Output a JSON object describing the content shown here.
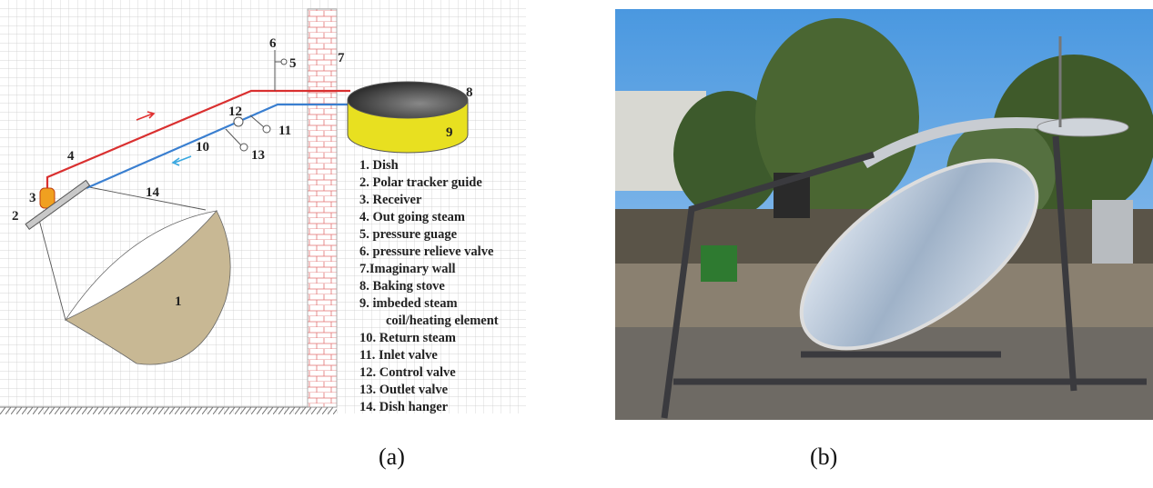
{
  "diagram": {
    "part_numbers": [
      "1",
      "2",
      "3",
      "4",
      "5",
      "6",
      "7",
      "8",
      "9",
      "10",
      "11",
      "12",
      "13",
      "14"
    ],
    "legend": [
      "1. Dish",
      "2. Polar tracker guide",
      "3. Receiver",
      "4. Out going steam",
      "5. pressure guage",
      "6. pressure relieve valve",
      "7.Imaginary wall",
      "8. Baking stove",
      "9. imbeded steam",
      "coil/heating element",
      "10. Return steam",
      "11. Inlet valve",
      "12. Control valve",
      "13. Outlet valve",
      "14. Dish hanger"
    ],
    "colors": {
      "outgoing_steam": "#d93030",
      "return_steam": "#3a7fd0",
      "dish": "#c8b894",
      "stove_top": "#3a3a3a",
      "stove_side": "#e8e020",
      "wall_brick": "#e06060"
    }
  },
  "captions": {
    "a": "(a)",
    "b": "(b)"
  }
}
